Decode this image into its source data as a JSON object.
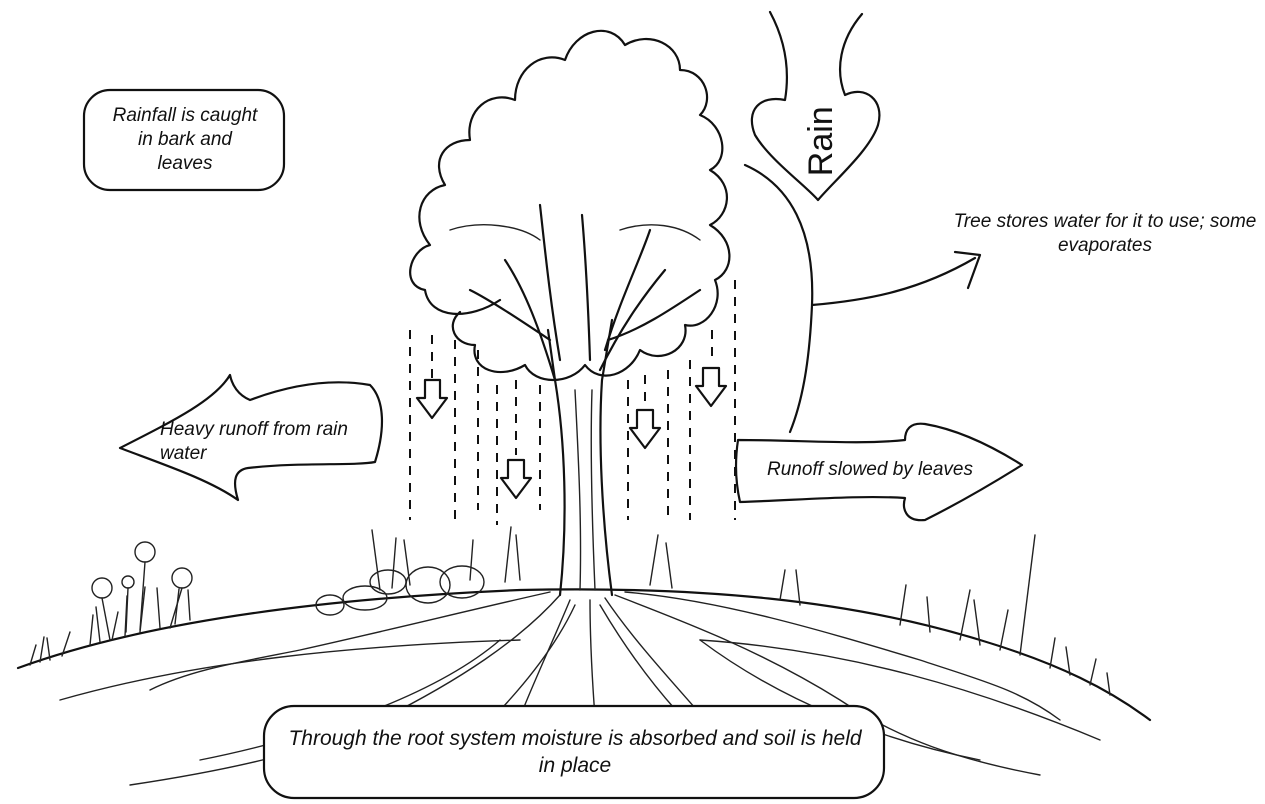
{
  "labels": {
    "rainfall_caught": "Rainfall is caught in bark and leaves",
    "rain": "Rain",
    "tree_stores": "Tree stores water for it to use; some evaporates",
    "heavy_runoff": "Heavy runoff from rain water",
    "runoff_slowed": "Runoff slowed by leaves",
    "root_system": "Through the root system moisture is absorbed and soil is held in place"
  }
}
